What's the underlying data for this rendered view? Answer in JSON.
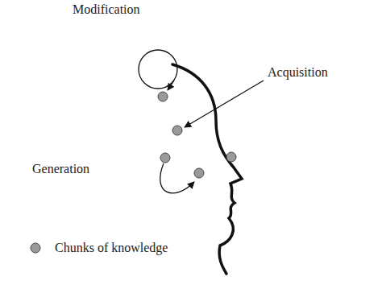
{
  "diagram": {
    "labels": [
      "Modification",
      "Acquisition",
      "Generation"
    ],
    "legend": [
      {
        "text": "Chunks of knowledge"
      }
    ]
  }
}
